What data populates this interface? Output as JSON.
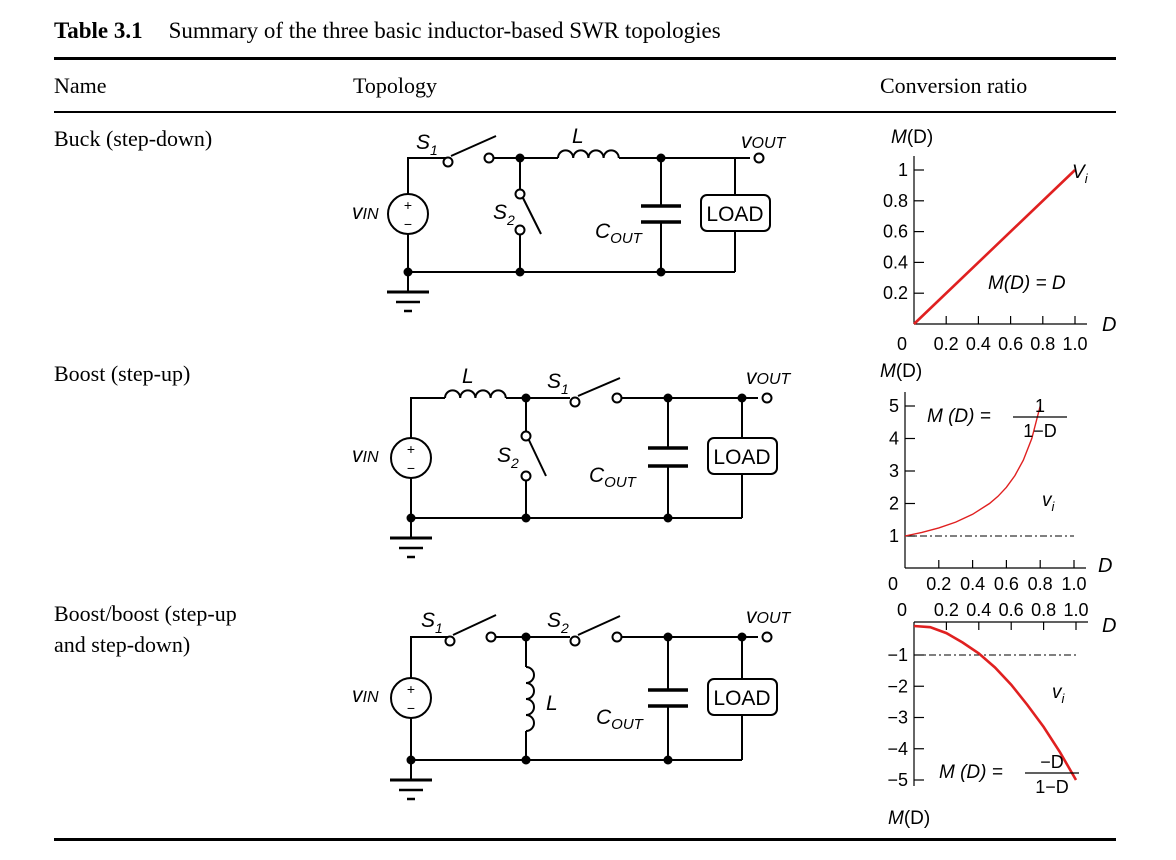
{
  "table": {
    "number": "Table 3.1",
    "title": "Summary of the three basic inductor-based SWR topologies",
    "columns": [
      "Name",
      "Topology",
      "Conversion ratio"
    ],
    "rows": [
      {
        "name": "Buck (step-down)"
      },
      {
        "name": "Boost (step-up)"
      },
      {
        "name_line1": "Boost/boost (step-up",
        "name_line2": "and step-down)"
      }
    ]
  },
  "circuit_labels": {
    "s": "S",
    "sub1": "1",
    "sub2": "2",
    "inductor": "L",
    "c": "C",
    "cout_sub": "OUT",
    "v": "v",
    "vin_sub": "IN",
    "vout_sub": "OUT",
    "load": "LOAD",
    "plus": "+",
    "minus": "−"
  },
  "chart_data": [
    {
      "type": "line",
      "ylabel_italic": "M",
      "ylabel_paren": "(D)",
      "xlabel": "D",
      "x_ticks": [
        "0",
        "0.2",
        "0.4",
        "0.6",
        "0.8",
        "1.0"
      ],
      "y_ticks": [
        "1",
        "0.8",
        "0.6",
        "0.4",
        "0.2"
      ],
      "xlim": [
        0,
        1
      ],
      "ylim": [
        0,
        1
      ],
      "series_label": "V",
      "series_label_sub": "i",
      "formula": "M(D) = D",
      "x": [
        0,
        1.0
      ],
      "y": [
        0,
        1.0
      ],
      "color": "#e02020"
    },
    {
      "type": "line",
      "ylabel_italic": "M",
      "ylabel_paren": "(D)",
      "xlabel": "D",
      "x_ticks": [
        "0",
        "0.2",
        "0.4",
        "0.6",
        "0.8",
        "1.0"
      ],
      "y_ticks": [
        "5",
        "4",
        "3",
        "2",
        "1"
      ],
      "xlim": [
        0,
        1
      ],
      "ylim": [
        0,
        5
      ],
      "series_label": "v",
      "series_label_sub": "i",
      "formula_lhs": "M (D) =",
      "formula_num": "1",
      "formula_den": "1−D",
      "reference_line_y": 1,
      "x": [
        0,
        0.1,
        0.2,
        0.3,
        0.4,
        0.5,
        0.55,
        0.6,
        0.65,
        0.7,
        0.75,
        0.8
      ],
      "y": [
        1,
        1.111,
        1.25,
        1.429,
        1.667,
        2,
        2.222,
        2.5,
        2.857,
        3.333,
        4,
        5
      ],
      "color": "#e02020"
    },
    {
      "type": "line",
      "ylabel_italic": "M",
      "ylabel_paren": "(D)",
      "xlabel": "D",
      "x_ticks": [
        "0",
        "0.2",
        "0.4",
        "0.6",
        "0.8",
        "1.0"
      ],
      "y_ticks": [
        "−1",
        "−2",
        "−3",
        "−4",
        "−5"
      ],
      "xlim": [
        0,
        1
      ],
      "ylim": [
        -5,
        0
      ],
      "series_label": "v",
      "series_label_sub": "i",
      "formula_lhs": "M (D) =",
      "formula_num": "−D",
      "formula_den": "1−D",
      "reference_line_y": -1,
      "x": [
        0,
        0.1,
        0.2,
        0.3,
        0.4,
        0.5,
        0.6,
        0.7,
        0.8,
        0.9,
        1.0
      ],
      "y": [
        0,
        -0.11,
        -0.3,
        -0.6,
        -0.95,
        -1.4,
        -1.95,
        -2.6,
        -3.3,
        -4.1,
        -5
      ],
      "color": "#e02020"
    }
  ]
}
